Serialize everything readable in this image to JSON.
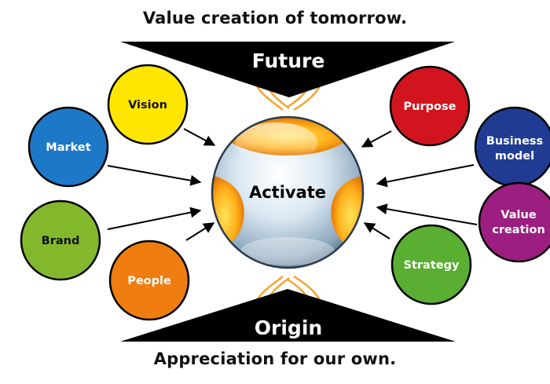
{
  "diagram": {
    "top_caption": "Value creation of tomorrow.",
    "bottom_caption": "Appreciation for our own.",
    "top_banner": {
      "label": "Future"
    },
    "bottom_banner": {
      "label": "Origin"
    },
    "center": {
      "label": "Activate",
      "style": "glossy-glass-orb"
    },
    "nodes": [
      {
        "id": "vision",
        "lines": [
          "Vision"
        ],
        "color": "#FFE600",
        "text_color": "#111111"
      },
      {
        "id": "market",
        "lines": [
          "Market"
        ],
        "color": "#1E78C8",
        "text_color": "#ffffff"
      },
      {
        "id": "brand",
        "lines": [
          "Brand"
        ],
        "color": "#84B82C",
        "text_color": "#111111"
      },
      {
        "id": "people",
        "lines": [
          "People"
        ],
        "color": "#EF7D10",
        "text_color": "#ffffff"
      },
      {
        "id": "purpose",
        "lines": [
          "Purpose"
        ],
        "color": "#D2141E",
        "text_color": "#ffffff"
      },
      {
        "id": "business",
        "lines": [
          "Business",
          "model"
        ],
        "color": "#1F3C92",
        "text_color": "#ffffff"
      },
      {
        "id": "value",
        "lines": [
          "Value",
          "creation"
        ],
        "color": "#9B1E80",
        "text_color": "#ffffff"
      },
      {
        "id": "strategy",
        "lines": [
          "Strategy"
        ],
        "color": "#5AAE32",
        "text_color": "#ffffff"
      }
    ],
    "colors": {
      "banner": "#000000",
      "orb_orange": "#F08A00",
      "orb_yellow": "#FFD21E",
      "orb_glass": "#C8DCEB",
      "node_outline": "#000000",
      "arrow": "#000000"
    }
  }
}
